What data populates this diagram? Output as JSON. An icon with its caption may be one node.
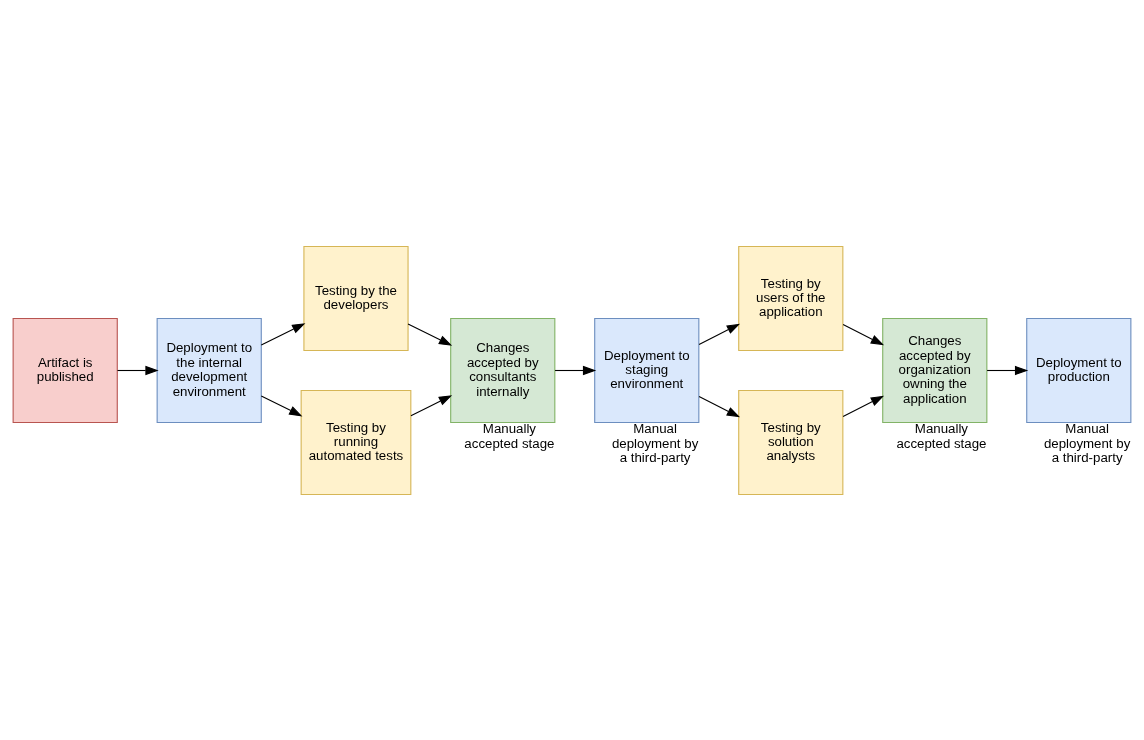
{
  "diagram": {
    "nodes": [
      {
        "text": [
          "Artifact is published"
        ]
      },
      {
        "text": [
          "Deployment to the internal development environment"
        ]
      },
      {
        "text": [
          "Testing by the developers"
        ]
      },
      {
        "text": [
          "Testing by running automated tests"
        ]
      },
      {
        "text": [
          "Changes accepted by consultants internally"
        ],
        "beside": [
          "Manually accepted stage"
        ]
      },
      {
        "text": [
          "Deployment to staging environment"
        ],
        "beside": [
          "Manual deployment by a third-party"
        ]
      },
      {
        "text": [
          "Testing by users of the application"
        ]
      },
      {
        "text": [
          "Testing by solution analysts"
        ]
      },
      {
        "text": [
          "Changes accepted by organization owning the application"
        ],
        "beside": [
          "Manually accepted stage"
        ]
      },
      {
        "text": [
          "Deployment to production"
        ],
        "beside": [
          "Manual deployment by a third-party"
        ]
      }
    ],
    "edges": [
      {
        "from": 0,
        "to": 1,
        "arrow": "to"
      },
      {
        "from": 1,
        "to": 2,
        "arrow": "to"
      },
      {
        "from": 1,
        "to": 3,
        "arrow": "to"
      },
      {
        "from": 2,
        "to": 4,
        "arrow": "to"
      },
      {
        "from": 3,
        "to": 4,
        "arrow": "to"
      },
      {
        "from": 4,
        "to": 5,
        "arrow": "to"
      },
      {
        "from": 5,
        "to": 6,
        "arrow": "to"
      },
      {
        "from": 5,
        "to": 7,
        "arrow": "to"
      },
      {
        "from": 6,
        "to": 8,
        "arrow": "to"
      },
      {
        "from": 7,
        "to": 8,
        "arrow": "to"
      },
      {
        "from": 8,
        "to": 9,
        "arrow": "to"
      }
    ]
  }
}
